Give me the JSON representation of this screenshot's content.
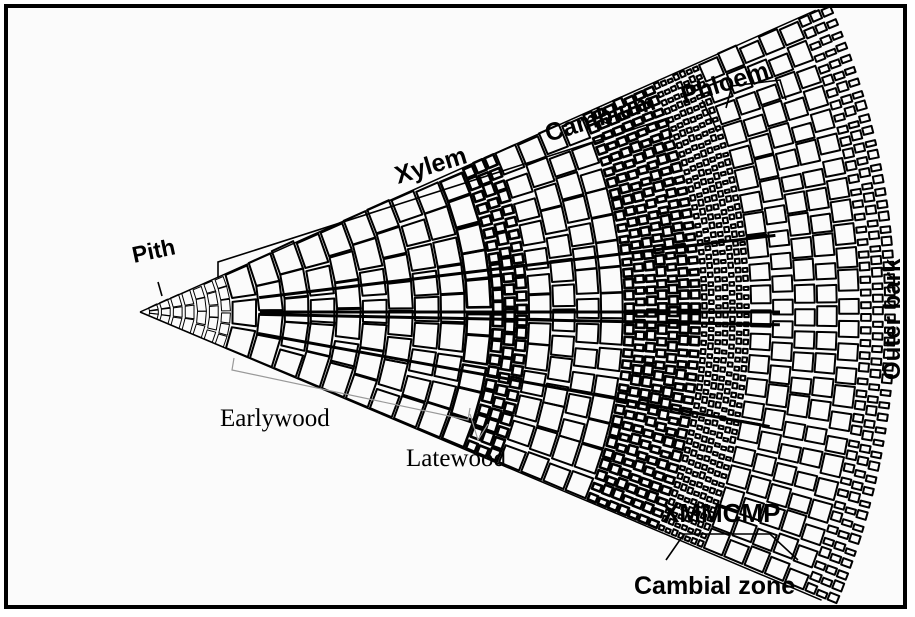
{
  "labels": {
    "pith": "Pith",
    "xylem": "Xylem",
    "cambium": "Cambium",
    "phloem": "Phloem",
    "outer_bark": "Outer bark",
    "earlywood": "Earlywood",
    "latewood": "Latewood",
    "xmmcmp": "XMMCMP",
    "cambial_zone": "Cambial zone"
  },
  "colors": {
    "ink": "#000000",
    "paper": "#fbfbfb"
  }
}
